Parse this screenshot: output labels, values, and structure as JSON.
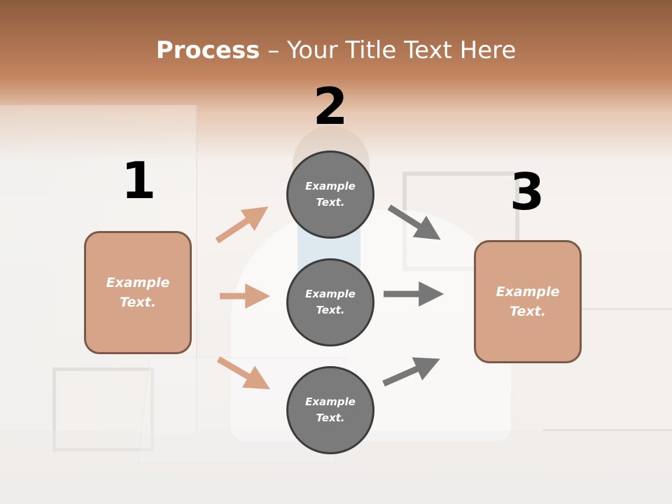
{
  "title": {
    "bold": "Process",
    "rest": " – Your Title Text Here"
  },
  "steps": [
    {
      "number": "1",
      "label": "Example\nText."
    },
    {
      "number": "2"
    },
    {
      "number": "3",
      "label": "Example\nText."
    }
  ],
  "circles": [
    {
      "label": "Example\nText."
    },
    {
      "label": "Example\nText."
    },
    {
      "label": "Example\nText."
    }
  ],
  "colors": {
    "box_fill": "#d6a488",
    "box_border": "#7a5a48",
    "circle_fill": "#7b7b7b",
    "circle_border": "#3c3c3c",
    "arrow_left": "#d9a385",
    "arrow_right": "#777777"
  }
}
